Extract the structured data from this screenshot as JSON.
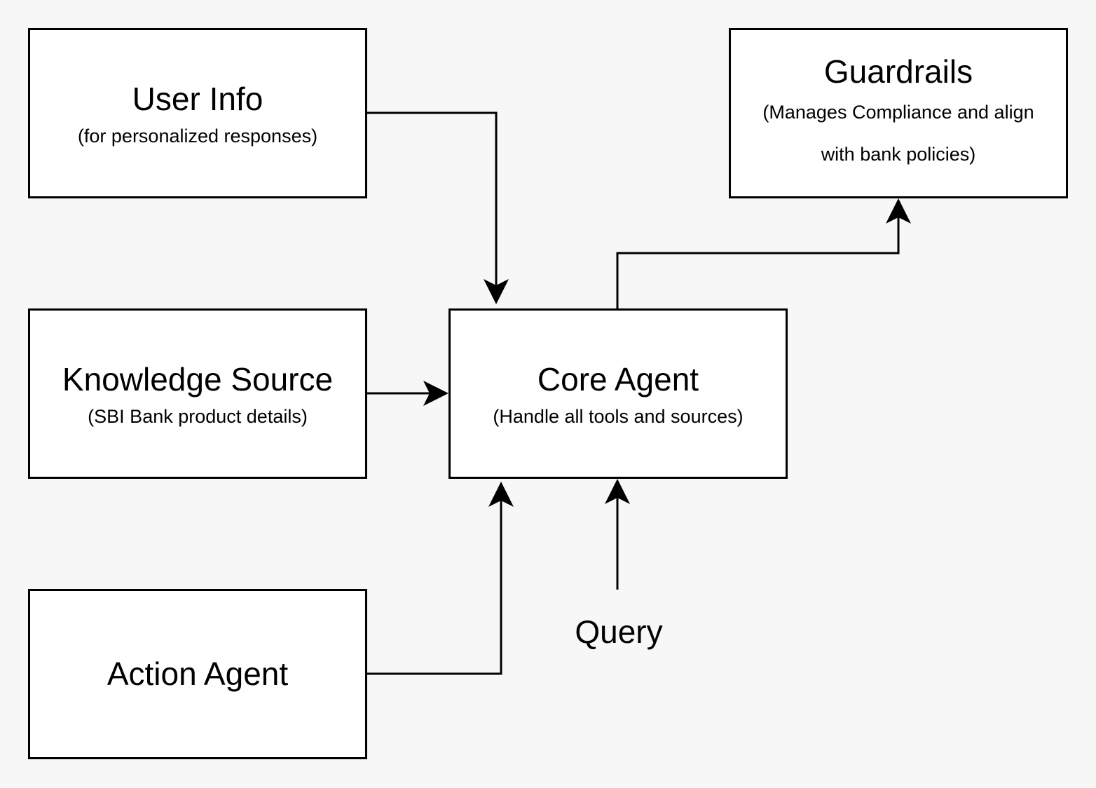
{
  "nodes": {
    "user_info": {
      "title": "User Info",
      "subtitle": "(for personalized responses)"
    },
    "guardrails": {
      "title": "Guardrails",
      "subtitle_line1": "(Manages Compliance and align",
      "subtitle_line2": "with bank policies)"
    },
    "knowledge_source": {
      "title": "Knowledge Source",
      "subtitle": "(SBI Bank product details)"
    },
    "core_agent": {
      "title": "Core Agent",
      "subtitle": "(Handle all tools and sources)"
    },
    "action_agent": {
      "title": "Action Agent"
    }
  },
  "query": {
    "label": "Query"
  },
  "edges": [
    {
      "from": "User Info",
      "to": "Core Agent"
    },
    {
      "from": "Knowledge Source",
      "to": "Core Agent"
    },
    {
      "from": "Action Agent",
      "to": "Core Agent"
    },
    {
      "from": "Query",
      "to": "Core Agent"
    },
    {
      "from": "Core Agent",
      "to": "Guardrails"
    }
  ]
}
